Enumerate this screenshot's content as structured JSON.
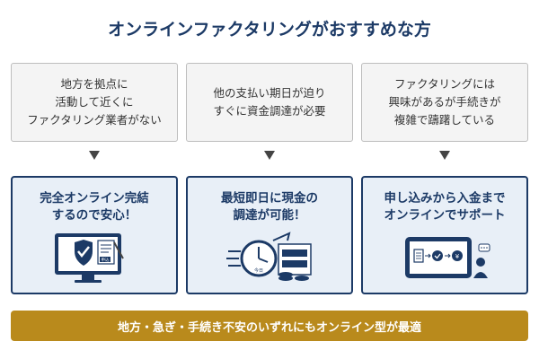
{
  "title": "オンラインファクタリングがおすすめな方",
  "problems": [
    {
      "lines": [
        "地方を拠点に",
        "活動して近くに",
        "ファクタリング業者がない"
      ]
    },
    {
      "lines": [
        "他の支払い期日が迫り",
        "すぐに資金調達が必要"
      ]
    },
    {
      "lines": [
        "ファクタリングには",
        "興味があるが手続きが",
        "複雑で躊躇している"
      ]
    }
  ],
  "solutions": [
    {
      "lines": [
        "完全オンライン完結",
        "するので安心！"
      ],
      "icon": "computer-security-icon"
    },
    {
      "lines": [
        "最短即日に現金の",
        "調達が可能！"
      ],
      "icon": "clock-money-icon"
    },
    {
      "lines": [
        "申し込みから入金まで",
        "オンラインでサポート"
      ],
      "icon": "tablet-support-icon"
    }
  ],
  "illustration_text": {
    "document_badge": "申込",
    "clock_label": "今日",
    "yen_symbol": "¥"
  },
  "footer": "地方・急ぎ・手続き不安のいずれにもオンライン型が最適",
  "colors": {
    "navy": "#1c3a66",
    "light_blue": "#e8eff7",
    "gold": "#b98a1c",
    "gray_box": "#f4f4f4"
  }
}
